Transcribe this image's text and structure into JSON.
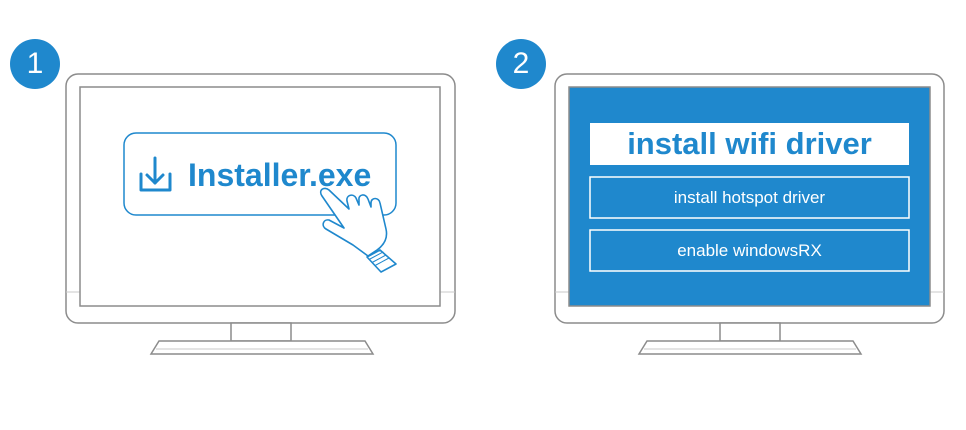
{
  "steps": [
    {
      "number": "1",
      "screen": {
        "download_icon": "download-icon",
        "file_label": "Installer.exe",
        "pointer_icon": "hand-pointer-icon"
      }
    },
    {
      "number": "2",
      "screen": {
        "title": "install wifi driver",
        "options": [
          "install hotspot driver",
          "enable windowsRX"
        ]
      }
    }
  ],
  "colors": {
    "accent": "#1f88cd",
    "monitor_stroke": "#8c8c8c",
    "screen_blue": "#1f88cd"
  }
}
